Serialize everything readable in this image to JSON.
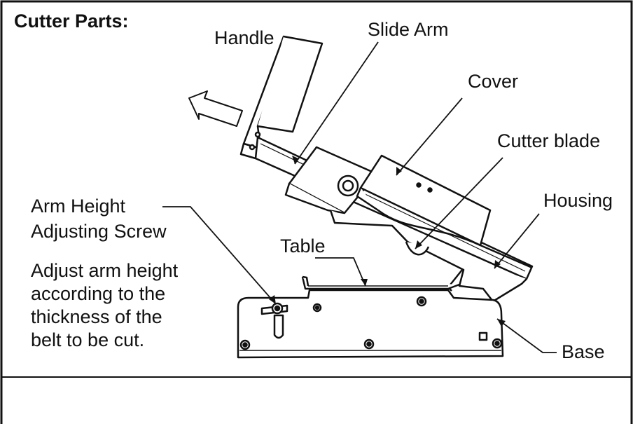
{
  "title": "Cutter Parts:",
  "labels": {
    "handle": "Handle",
    "slide_arm": "Slide Arm",
    "cover": "Cover",
    "cutter_blade": "Cutter blade",
    "housing": "Housing",
    "table": "Table",
    "base": "Base",
    "arm_height_line1": "Arm Height",
    "arm_height_line2": "Adjusting Screw"
  },
  "note_lines": [
    "Adjust arm height",
    "according to the",
    "thickness of the",
    "belt to be cut."
  ]
}
